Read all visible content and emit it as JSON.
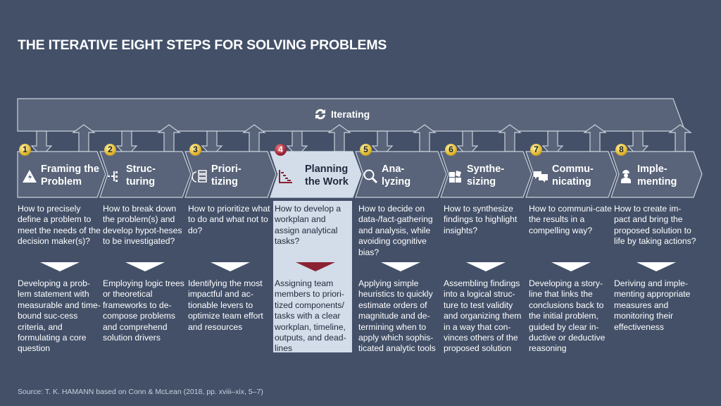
{
  "title": "THE ITERATIVE EIGHT STEPS FOR SOLVING PROBLEMS",
  "iterating_label": "Iterating",
  "highlight_step": 4,
  "colors": {
    "background": "#435068",
    "chevron": "#59647a",
    "highlight": "#d3dce9",
    "highlight_accent": "#8b2233",
    "badge": "#e0b52a"
  },
  "steps": [
    {
      "n": "1",
      "label1": "Framing the",
      "label2": "Problem",
      "icon": "warning-icon",
      "question": "How to precisely define a problem to meet the needs of the decision maker(s)?",
      "description": "Developing a prob-lem statement with measurable and time-bound suc-cess criteria, and formulating a core question"
    },
    {
      "n": "2",
      "label1": "Struc-",
      "label2": "turing",
      "icon": "tree-icon",
      "question": "How to break down the problem(s) and develop hypot-heses to be investigated?",
      "description": "Employing logic trees or theoretical frameworks to de-compose problems and comprehend solution drivers"
    },
    {
      "n": "3",
      "label1": "Priori-",
      "label2": "tizing",
      "icon": "priority-list-icon",
      "question": "How to prioritize what to do and what not to do?",
      "description": "Identifying the most impactful and ac-tionable levers to optimize team effort and resources"
    },
    {
      "n": "4",
      "label1": "Planning",
      "label2": "the Work",
      "icon": "gantt-icon",
      "question": "How to develop a workplan and assign analytical tasks?",
      "description": "Assigning team members to priori-tized components/ tasks with a clear workplan, timeline, outputs, and dead-lines"
    },
    {
      "n": "5",
      "label1": "Ana-",
      "label2": "lyzing",
      "icon": "magnifier-icon",
      "question": "How to decide on data-/fact-gathering and analysis, while avoiding cognitive bias?",
      "description": "Applying simple heuristics to quickly estimate orders of magnitude and de-termining when to apply which sophis-ticated analytic tools"
    },
    {
      "n": "6",
      "label1": "Synthe-",
      "label2": "sizing",
      "icon": "puzzle-icon",
      "question": "How to synthesize findings to highlight insights?",
      "description": "Assembling findings into a logical struc-ture to test validity and organizing them in a way that con-vinces others of the proposed solution"
    },
    {
      "n": "7",
      "label1": "Commu-",
      "label2": "nicating",
      "icon": "speech-bubbles-icon",
      "question": "How to communi-cate the results in a compelling way?",
      "description": "Developing a story-line that links the conclusions back to the initial problem, guided by clear in-ductive or deductive reasoning"
    },
    {
      "n": "8",
      "label1": "Imple-",
      "label2": "menting",
      "icon": "worker-icon",
      "question": "How to create im-pact and bring the proposed solution to life by taking actions?",
      "description": "Deriving and imple-menting appropriate measures and monitoring their effectiveness"
    }
  ],
  "source": "Source: T. K. HAMANN based on Conn & McLean (2018, pp. xviii–xix, 5–7)"
}
